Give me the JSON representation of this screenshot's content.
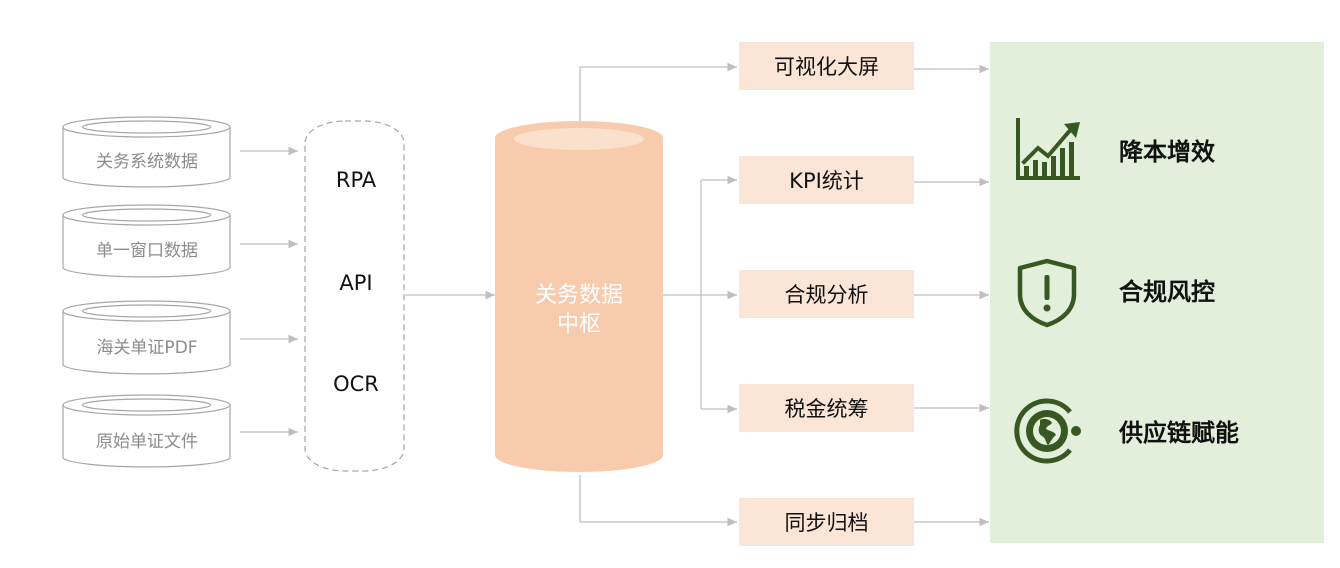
{
  "colors": {
    "hub_fill": "#f8cbad",
    "hub_top": "#fbe0cc",
    "output_box": "#fbe5d6",
    "green_panel": "#e2efda",
    "icon_green": "#385723",
    "line_gray": "#bfbfbf"
  },
  "sources": [
    "关务系统数据",
    "单一窗口数据",
    "海关单证PDF",
    "原始单证文件"
  ],
  "methods": [
    "RPA",
    "API",
    "OCR"
  ],
  "hub": {
    "line1": "关务数据",
    "line2": "中枢"
  },
  "outputs": [
    "可视化大屏",
    "KPI统计",
    "合规分析",
    "税金统筹",
    "同步归档"
  ],
  "benefits": [
    {
      "label": "降本增效",
      "icon": "growth-chart-icon"
    },
    {
      "label": "合规风控",
      "icon": "shield-alert-icon"
    },
    {
      "label": "供应链赋能",
      "icon": "globe-target-icon"
    }
  ]
}
